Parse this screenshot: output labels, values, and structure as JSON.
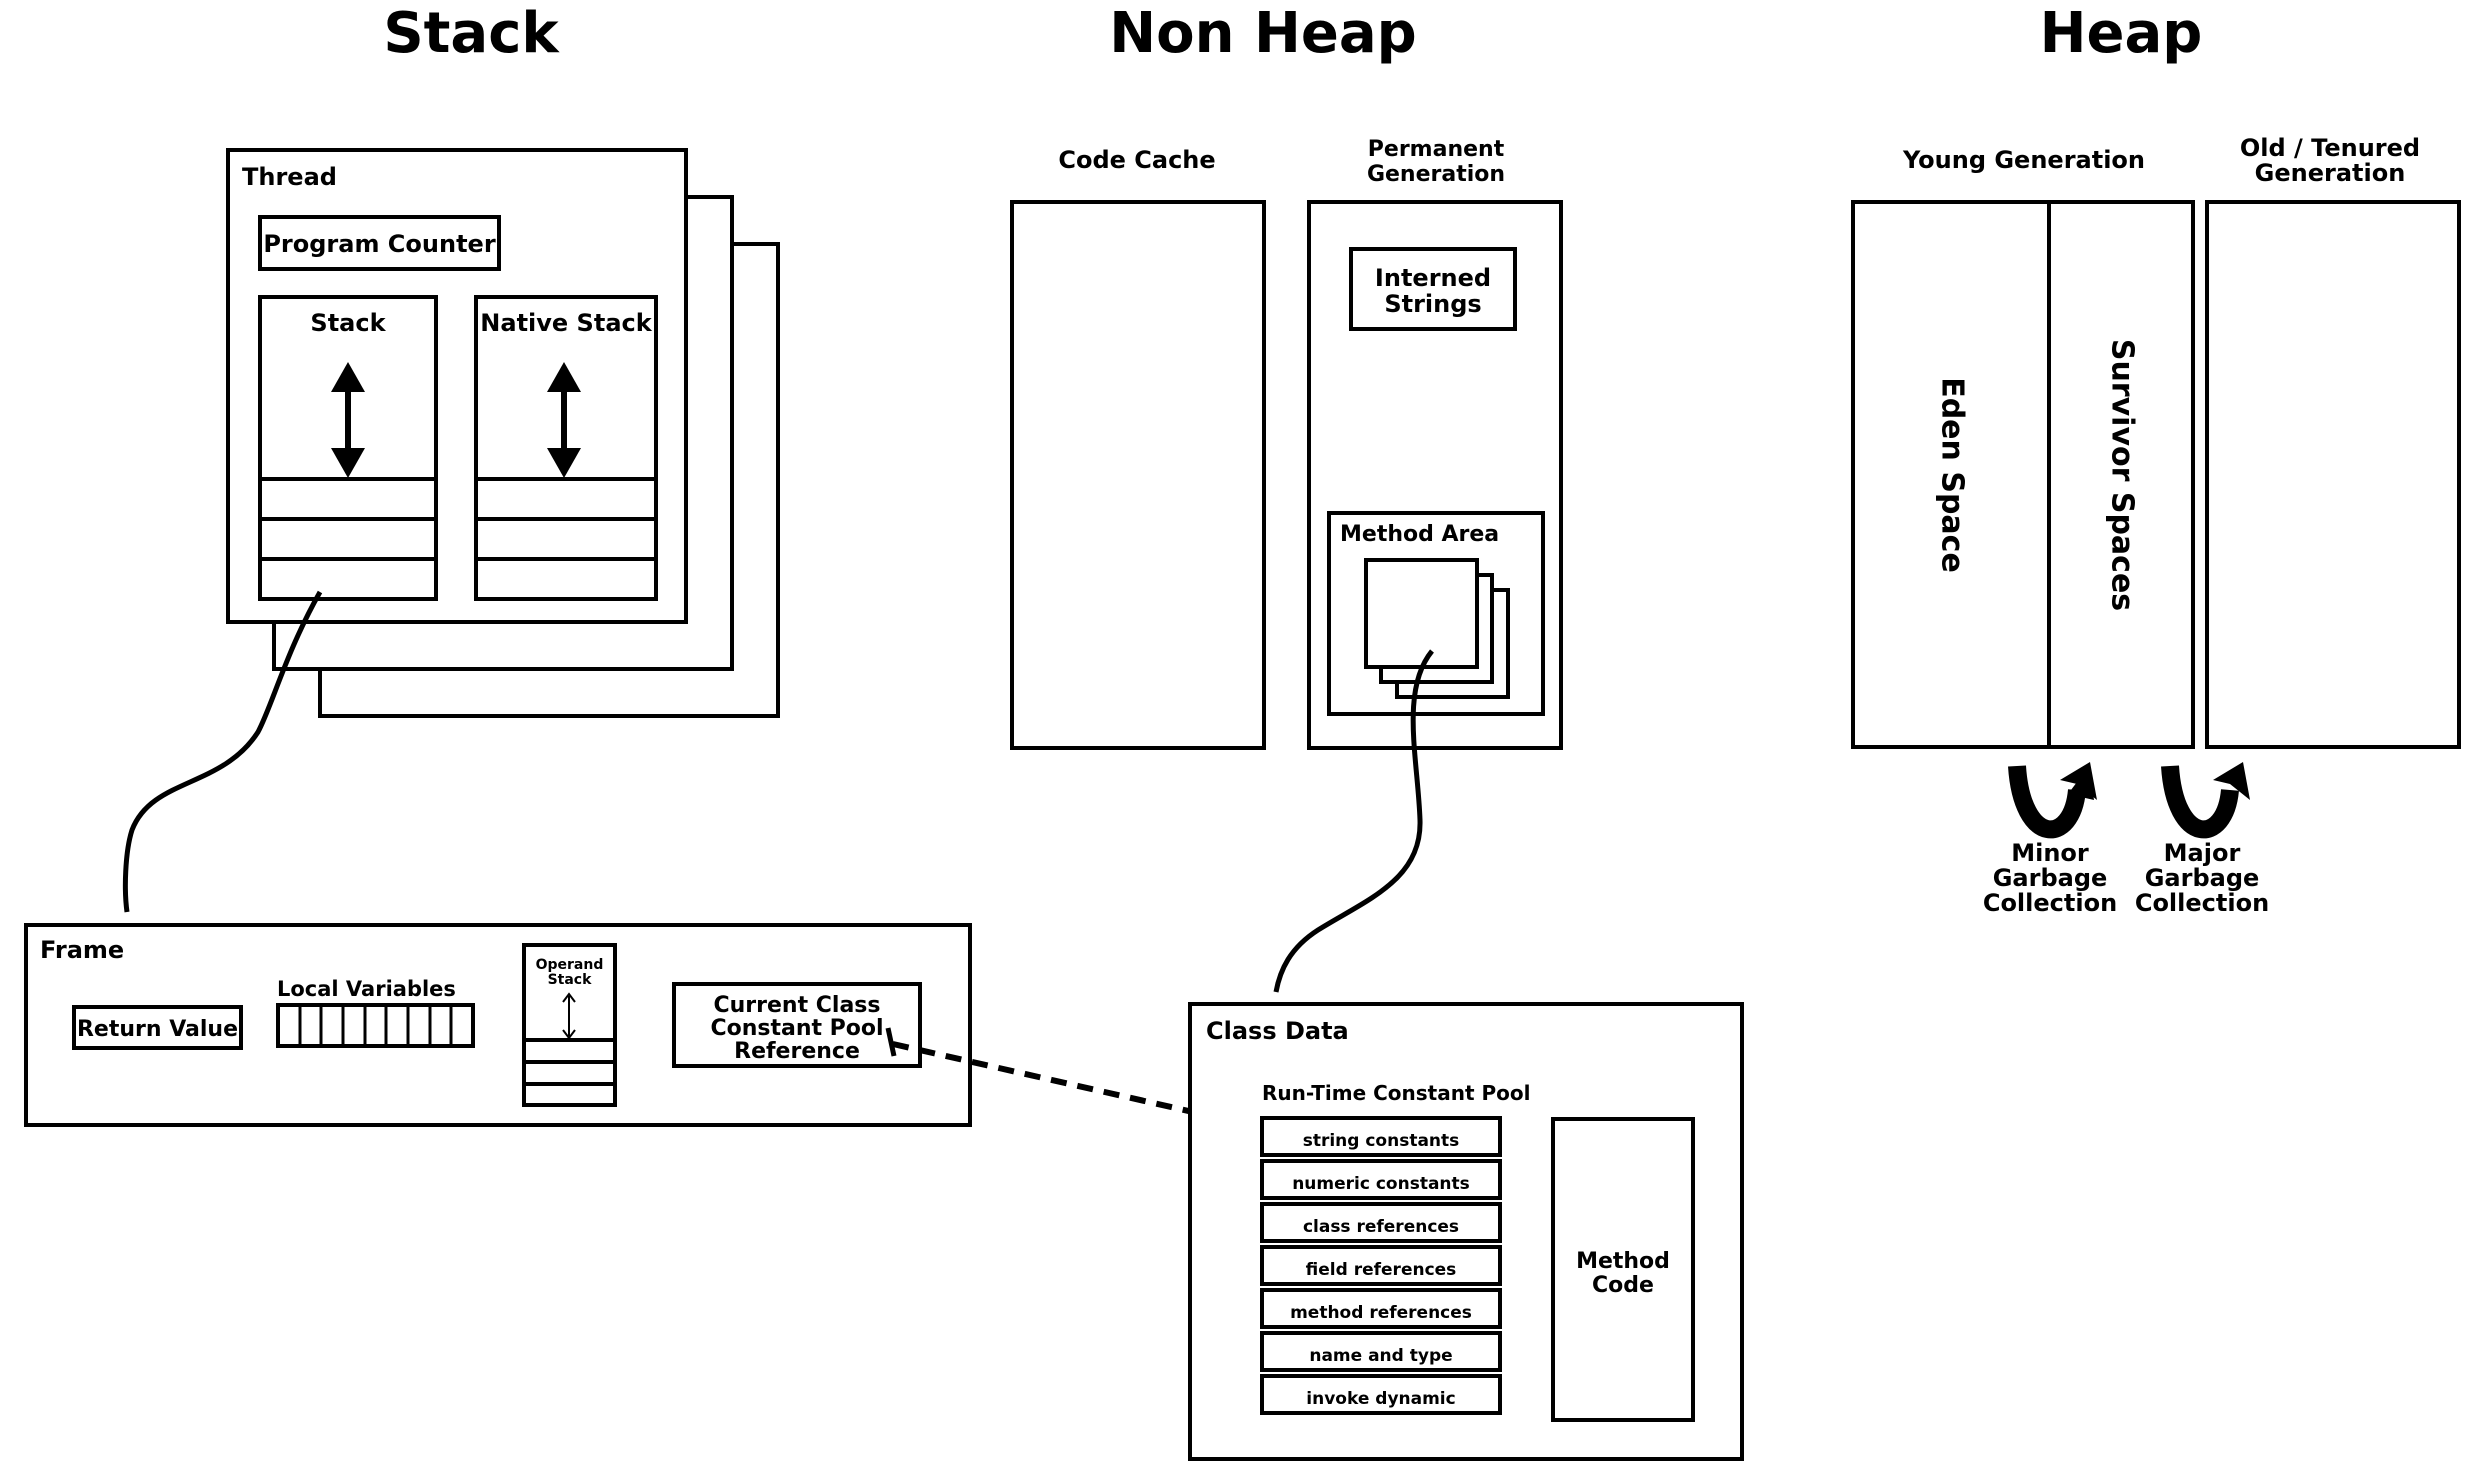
{
  "sections": {
    "stack": "Stack",
    "non_heap": "Non Heap",
    "heap": "Heap"
  },
  "thread": {
    "title": "Thread",
    "program_counter": "Program Counter",
    "stack": "Stack",
    "native_stack": "Native Stack"
  },
  "frame": {
    "title": "Frame",
    "return_value": "Return Value",
    "local_variables": "Local Variables",
    "operand_stack": [
      "Operand",
      "Stack"
    ],
    "current_class_ref": [
      "Current Class",
      "Constant Pool",
      "Reference"
    ]
  },
  "non_heap": {
    "code_cache": "Code Cache",
    "permanent_generation": [
      "Permanent",
      "Generation"
    ],
    "interned_strings": [
      "Interned",
      "Strings"
    ],
    "method_area": "Method Area"
  },
  "class_data": {
    "title": "Class Data",
    "runtime_constant_pool": "Run-Time Constant Pool",
    "pool_items": [
      "string constants",
      "numeric constants",
      "class references",
      "field references",
      "method references",
      "name and type",
      "invoke dynamic"
    ],
    "method_code": [
      "Method",
      "Code"
    ]
  },
  "heap": {
    "young_generation": "Young Generation",
    "old_generation": [
      "Old / Tenured",
      "Generation"
    ],
    "eden_space": "Eden Space",
    "survivor_spaces": "Survivor Spaces",
    "minor_gc": [
      "Minor",
      "Garbage",
      "Collection"
    ],
    "major_gc": [
      "Major",
      "Garbage",
      "Collection"
    ]
  }
}
